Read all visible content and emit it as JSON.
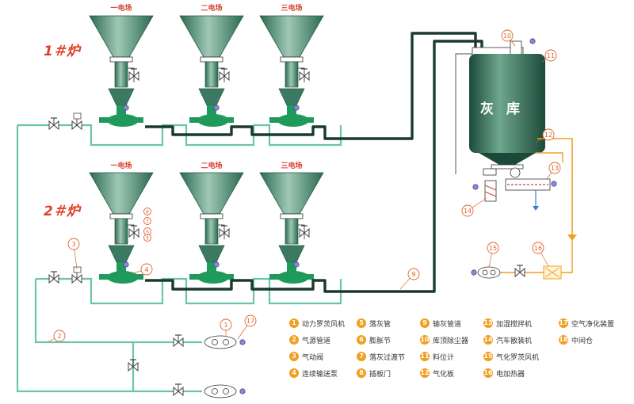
{
  "colors": {
    "pipe": "#1a3a2c",
    "hopper": "#3a7a62",
    "pump": "#1f9a5c",
    "air_pipe": "#6ac4ae",
    "heater_pipe": "#f0a020",
    "callout": "#e0632a",
    "legend_num": "#f0a020"
  },
  "furnaces": [
    {
      "label": "1＃炉",
      "fields": [
        "一电场",
        "二电场",
        "三电场"
      ]
    },
    {
      "label": "2＃炉",
      "fields": [
        "一电场",
        "二电场",
        "三电场"
      ]
    }
  ],
  "silo": {
    "title": "灰库"
  },
  "callouts": [
    "1",
    "2",
    "3",
    "4",
    "5",
    "6",
    "7",
    "8",
    "9",
    "10",
    "11",
    "12",
    "13",
    "14",
    "15",
    "16",
    "17"
  ],
  "legend": [
    {
      "num": "1",
      "text": "动力罗茨风机"
    },
    {
      "num": "2",
      "text": "气源管道"
    },
    {
      "num": "3",
      "text": "气动阀"
    },
    {
      "num": "4",
      "text": "连续输送泵"
    },
    {
      "num": "5",
      "text": "落灰管"
    },
    {
      "num": "6",
      "text": "膨胀节"
    },
    {
      "num": "7",
      "text": "落灰过渡节"
    },
    {
      "num": "8",
      "text": "插板门"
    },
    {
      "num": "9",
      "text": "输灰管道"
    },
    {
      "num": "10",
      "text": "库顶除尘器"
    },
    {
      "num": "11",
      "text": "料位计"
    },
    {
      "num": "12",
      "text": "气化板"
    },
    {
      "num": "13",
      "text": "加湿搅拌机"
    },
    {
      "num": "14",
      "text": "汽车散装机"
    },
    {
      "num": "15",
      "text": "气化罗茨风机"
    },
    {
      "num": "16",
      "text": "电加热器"
    },
    {
      "num": "17",
      "text": "空气净化装置"
    },
    {
      "num": "18",
      "text": "中间仓"
    }
  ]
}
